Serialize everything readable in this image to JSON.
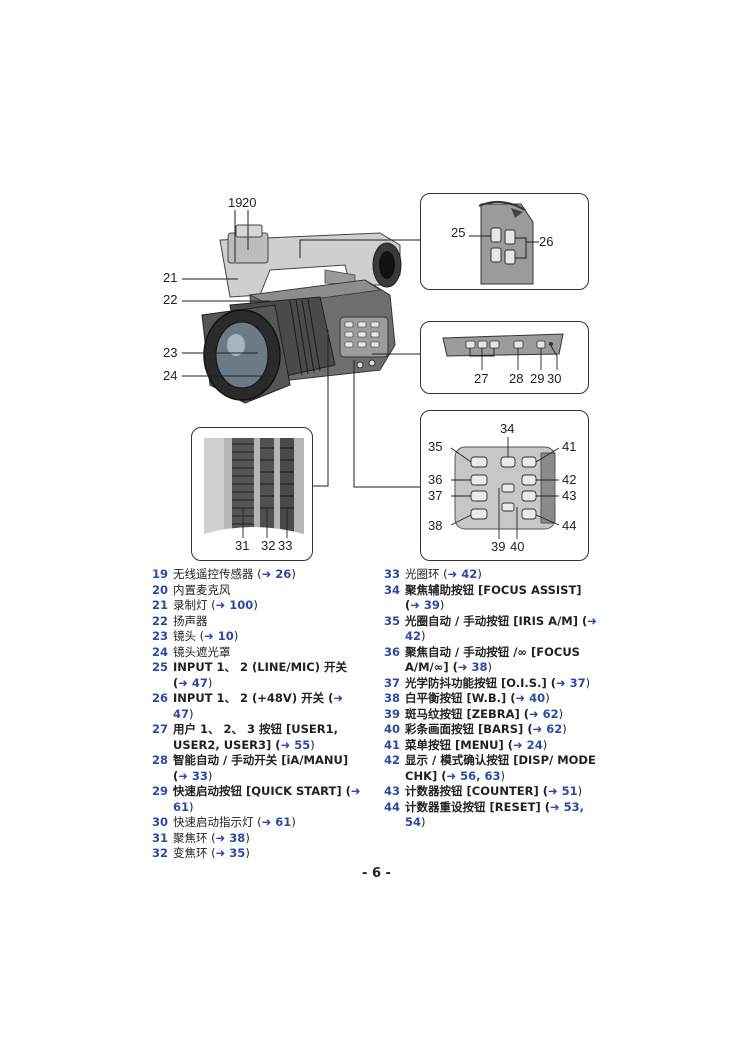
{
  "callouts": {
    "c19": "19",
    "c20": "20",
    "c21": "21",
    "c22": "22",
    "c23": "23",
    "c24": "24",
    "c25": "25",
    "c26": "26",
    "c27": "27",
    "c28": "28",
    "c29": "29",
    "c30": "30",
    "c31": "31",
    "c32": "32",
    "c33": "33",
    "c34": "34",
    "c35": "35",
    "c36": "36",
    "c37": "37",
    "c38": "38",
    "c39": "39",
    "c40": "40",
    "c41": "41",
    "c42": "42",
    "c43": "43",
    "c44": "44"
  },
  "left_items": [
    {
      "num": "19",
      "pre": "无线遥控传感器 (",
      "ref": "➜ 26",
      "post": ")"
    },
    {
      "num": "20",
      "pre": "内置麦克风",
      "ref": "",
      "post": ""
    },
    {
      "num": "21",
      "pre": "录制灯 (",
      "ref": "➜ 100",
      "post": ")"
    },
    {
      "num": "22",
      "pre": "扬声器",
      "ref": "",
      "post": ""
    },
    {
      "num": "23",
      "pre": "镜头 (",
      "ref": "➜ 10",
      "post": ")"
    },
    {
      "num": "24",
      "pre": "镜头遮光罩",
      "ref": "",
      "post": ""
    },
    {
      "num": "25",
      "pre": "INPUT 1、 2 (LINE/MIC) 开关 (",
      "ref": "➜ 47",
      "post": ")"
    },
    {
      "num": "26",
      "pre": "INPUT 1、 2 (+48V) 开关 (",
      "ref": "➜ 47",
      "post": ")"
    },
    {
      "num": "27",
      "pre": "用户 1、 2、 3 按钮 [USER1, USER2, USER3] (",
      "ref": "➜ 55",
      "post": ")"
    },
    {
      "num": "28",
      "pre": "智能自动 / 手动开关 [iA/MANU] (",
      "ref": "➜ 33",
      "post": ")"
    },
    {
      "num": "29",
      "pre": "快速启动按钮 [QUICK START] (",
      "ref": "➜ 61",
      "post": ")"
    },
    {
      "num": "30",
      "pre": "快速启动指示灯 (",
      "ref": "➜ 61",
      "post": ")"
    },
    {
      "num": "31",
      "pre": "聚焦环 (",
      "ref": "➜ 38",
      "post": ")"
    },
    {
      "num": "32",
      "pre": "变焦环 (",
      "ref": "➜ 35",
      "post": ")"
    }
  ],
  "right_items": [
    {
      "num": "33",
      "pre": "光圈环 (",
      "ref": "➜ 42",
      "post": ")"
    },
    {
      "num": "34",
      "pre": "聚焦辅助按钮 [FOCUS ASSIST] (",
      "ref": "➜ 39",
      "post": ")"
    },
    {
      "num": "35",
      "pre": "光圈自动 / 手动按钮 [IRIS A/M] (",
      "ref": "➜ 42",
      "post": ")"
    },
    {
      "num": "36",
      "pre": "聚焦自动 / 手动按钮 /∞ [FOCUS A/M/∞] (",
      "ref": "➜ 38",
      "post": ")"
    },
    {
      "num": "37",
      "pre": "光学防抖功能按钮 [O.I.S.] (",
      "ref": "➜ 37",
      "post": ")"
    },
    {
      "num": "38",
      "pre": "白平衡按钮 [W.B.] (",
      "ref": "➜ 40",
      "post": ")"
    },
    {
      "num": "39",
      "pre": "斑马纹按钮 [ZEBRA] (",
      "ref": "➜ 62",
      "post": ")"
    },
    {
      "num": "40",
      "pre": "彩条画面按钮 [BARS] (",
      "ref": "➜ 62",
      "post": ")"
    },
    {
      "num": "41",
      "pre": "菜单按钮 [MENU] (",
      "ref": "➜ 24",
      "post": ")"
    },
    {
      "num": "42",
      "pre": "显示 / 模式确认按钮 [DISP/ MODE CHK] (",
      "ref": "➜ 56, 63",
      "post": ")"
    },
    {
      "num": "43",
      "pre": "计数器按钮 [COUNTER] (",
      "ref": "➜ 51",
      "post": ")"
    },
    {
      "num": "44",
      "pre": "计数器重设按钮 [RESET] (",
      "ref": "➜ 53, 54",
      "post": ")"
    }
  ],
  "page_number": "- 6 -"
}
